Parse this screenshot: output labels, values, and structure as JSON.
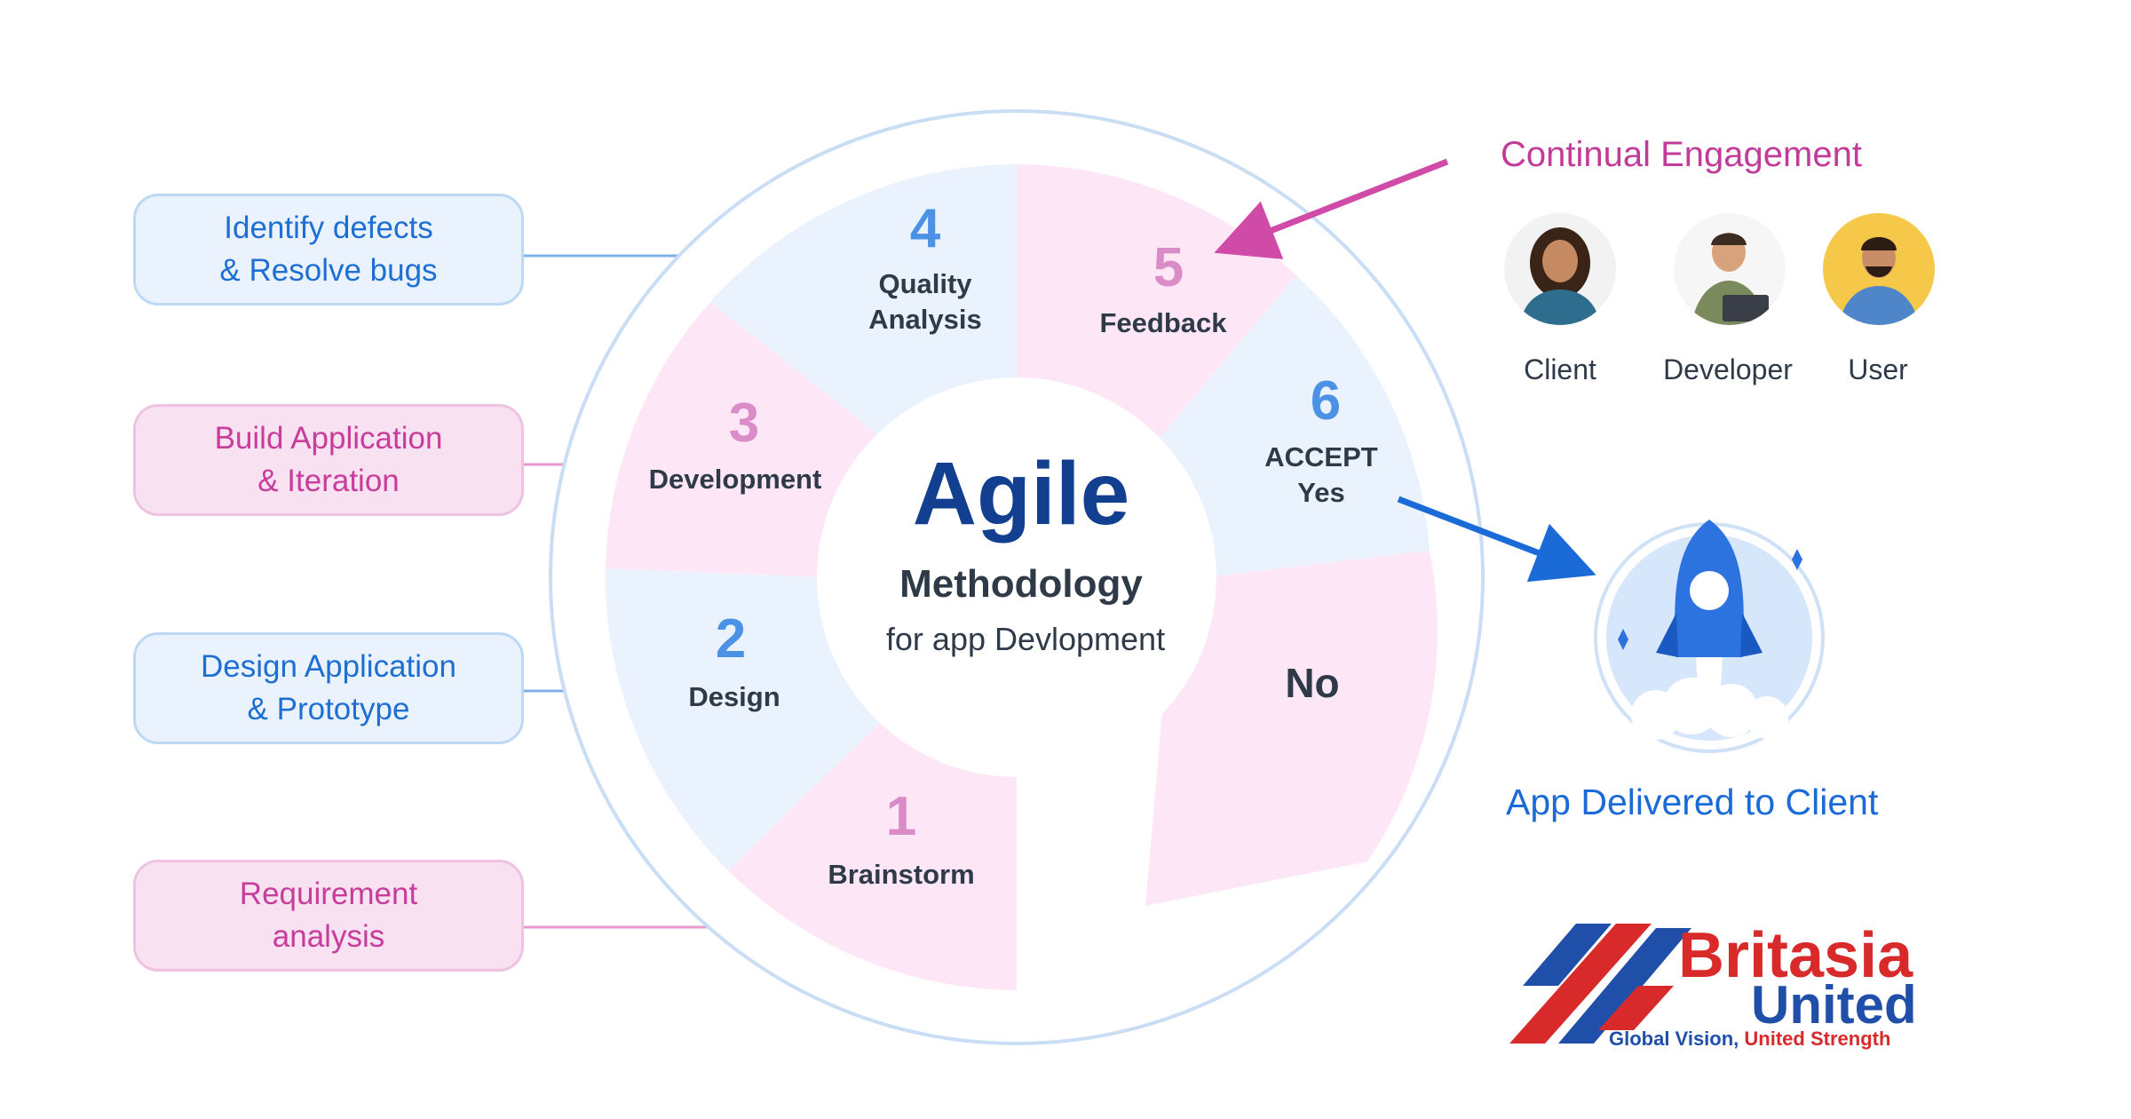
{
  "side_boxes": [
    {
      "line1": "Identify defects",
      "line2": "& Resolve bugs",
      "color": "#1e6fd4"
    },
    {
      "line1": "Build Application",
      "line2": "& Iteration",
      "color": "#c83c9c"
    },
    {
      "line1": "Design Application",
      "line2": "& Prototype",
      "color": "#1e6fd4"
    },
    {
      "line1": "Requirement",
      "line2": "analysis",
      "color": "#c83c9c"
    }
  ],
  "center": {
    "title": "Agile",
    "subtitle": "Methodology",
    "caption": "for app Devlopment"
  },
  "stages": [
    {
      "number": "1",
      "label": "Brainstorm"
    },
    {
      "number": "2",
      "label": "Design"
    },
    {
      "number": "3",
      "label": "Development"
    },
    {
      "number": "4",
      "label": "Quality",
      "label2": "Analysis"
    },
    {
      "number": "5",
      "label": "Feedback"
    },
    {
      "number": "6",
      "label": "ACCEPT",
      "label2": "Yes"
    }
  ],
  "no_label": "No",
  "engagement": {
    "title": "Continual Engagement",
    "people": [
      {
        "role": "Client",
        "icon": "client-avatar"
      },
      {
        "role": "Developer",
        "icon": "developer-avatar"
      },
      {
        "role": "User",
        "icon": "user-avatar"
      }
    ]
  },
  "delivery": {
    "label": "App Delivered to Client",
    "icon": "rocket-icon"
  },
  "logo": {
    "name_line1": "Britasia",
    "name_line2": "United",
    "tagline_part1": "Global Vision, ",
    "tagline_part2": "United Strength"
  },
  "colors": {
    "blue_accent": "#1e6fd4",
    "pink_accent": "#c83c9c",
    "pink_band": "#fde6f5",
    "blue_band": "#e9f2fd",
    "navy_title": "#123f8f"
  }
}
